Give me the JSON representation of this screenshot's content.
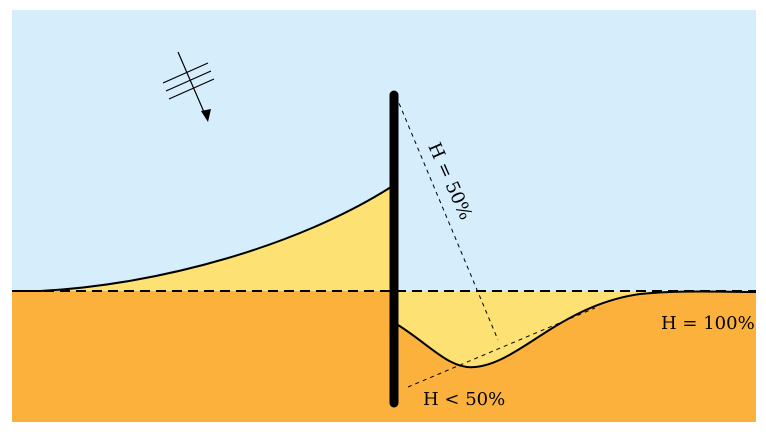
{
  "labels": {
    "h_50": "H = 50%",
    "h_100": "H = 100%",
    "h_less_50": "H < 50%"
  },
  "colors": {
    "sky": "#d6edfc",
    "sand_ground": "#fbb13c",
    "sand_deposit": "#fde172",
    "outline": "#000000"
  },
  "icons": {
    "wind_direction": "wind-arrow-icon"
  }
}
